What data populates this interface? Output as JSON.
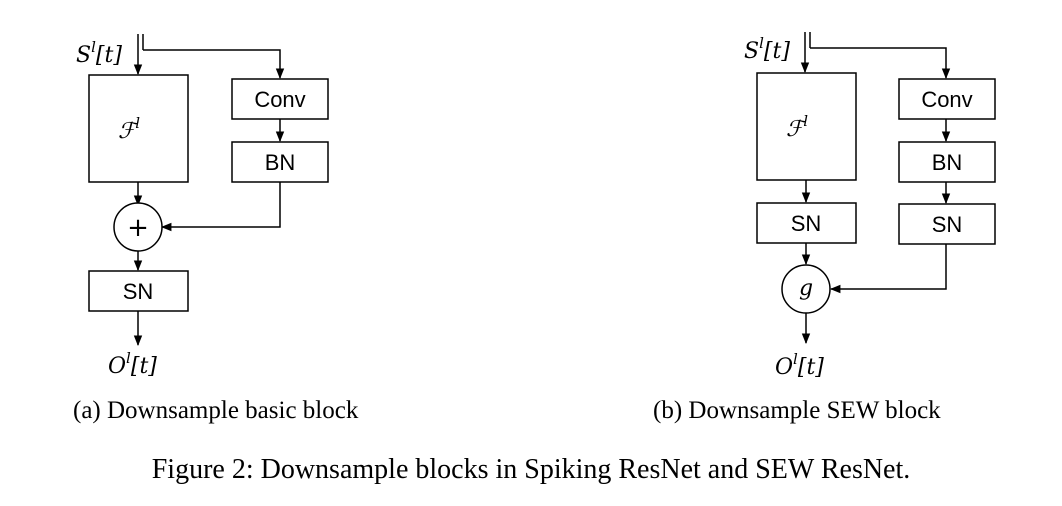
{
  "colors": {
    "stroke": "#000000",
    "background": "#ffffff"
  },
  "left_block": {
    "input_label": {
      "base": "S",
      "sup": "l",
      "rest": "[t]"
    },
    "main_label": {
      "base": "ℱ",
      "sup": "l"
    },
    "conv_label": "Conv",
    "bn_label": "BN",
    "add_symbol": "+",
    "sn_label": "SN",
    "output_label": {
      "base": "O",
      "sup": "l",
      "rest": "[t]"
    },
    "caption": "(a) Downsample basic block"
  },
  "right_block": {
    "input_label": {
      "base": "S",
      "sup": "l",
      "rest": "[t]"
    },
    "main_label": {
      "base": "ℱ",
      "sup": "l"
    },
    "conv_label": "Conv",
    "bn_label": "BN",
    "sn_left_label": "SN",
    "sn_right_label": "SN",
    "g_symbol": "g",
    "output_label": {
      "base": "O",
      "sup": "l",
      "rest": "[t]"
    },
    "caption": "(b) Downsample SEW block"
  },
  "figure_caption": "Figure 2: Downsample blocks in Spiking ResNet and SEW ResNet."
}
